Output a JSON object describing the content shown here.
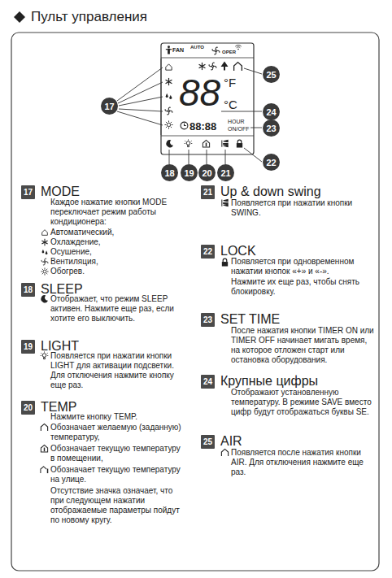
{
  "diagram": {
    "title": "Пульт управления",
    "nodes": [
      {
        "text": [
          "25"
        ]
      },
      {
        "text": [
          "17"
        ]
      },
      {
        "text": [
          "24"
        ]
      },
      {
        "text": [
          "23"
        ]
      },
      {
        "text": [
          "18"
        ]
      },
      {
        "text": [
          "19"
        ]
      },
      {
        "text": [
          "20"
        ]
      },
      {
        "text": [
          "21"
        ]
      },
      {
        "text": [
          "22"
        ]
      },
      {
        "text": [
          "17"
        ]
      },
      {
        "text": [
          "18"
        ]
      },
      {
        "text": [
          "19"
        ]
      },
      {
        "text": [
          "20"
        ]
      },
      {
        "text": [
          "21"
        ]
      },
      {
        "text": [
          "22"
        ]
      },
      {
        "text": [
          "23"
        ]
      },
      {
        "text": [
          "24"
        ]
      },
      {
        "text": [
          "25"
        ]
      }
    ],
    "labels": [
      "FAN",
      "AUTO",
      "OPER",
      "88",
      "°F",
      "°C",
      "88:88",
      "HOUR",
      "ON/OFF",
      "MODE",
      "Каждое нажатие кнопки MODE переключает режим работы кондиционера:",
      "Автоматический,",
      "Охлаждение,",
      "Осушение,",
      "Вентиляция,",
      "Обогрев.",
      "SLEEP",
      "Отображает, что режим SLEEP активен. Нажмите еще раз, если хотите его выключить.",
      "LIGHT",
      "Появляется при нажатии кнопки LIGHT для активации подсветки. Для отключения нажмите кнопку еще раз.",
      "TEMP",
      "Нажмите кнопку TEMP.",
      "Обозначает желаемую (заданную) температуру,",
      "Обозначает текущую температуру в помещении,",
      "Обозначает текущую температуру на улице.",
      "Отсутствие значка означает, что при следующем нажатии отображаемые параметры пойдут по новому кругу.",
      "Up & down swing",
      "Появляется при нажатии кнопки SWING.",
      "LOCK",
      "Появляется при одновременном нажатии кнопок «+» и «-».",
      "Нажмите их еще раз, чтобы снять блокировку.",
      "SET TIME",
      "После нажатия кнопки TIMER ON или TIMER OFF начинает мигать время, на которое отложен старт или остановка оборудования.",
      "Крупные цифры",
      "Отображают установленную температуру. В режиме SAVE вместо цифр будут отображаться буквы SE.",
      "AIR",
      "Появляется после нажатия кнопки AIR. Для отключения нажмите еще раз."
    ]
  }
}
